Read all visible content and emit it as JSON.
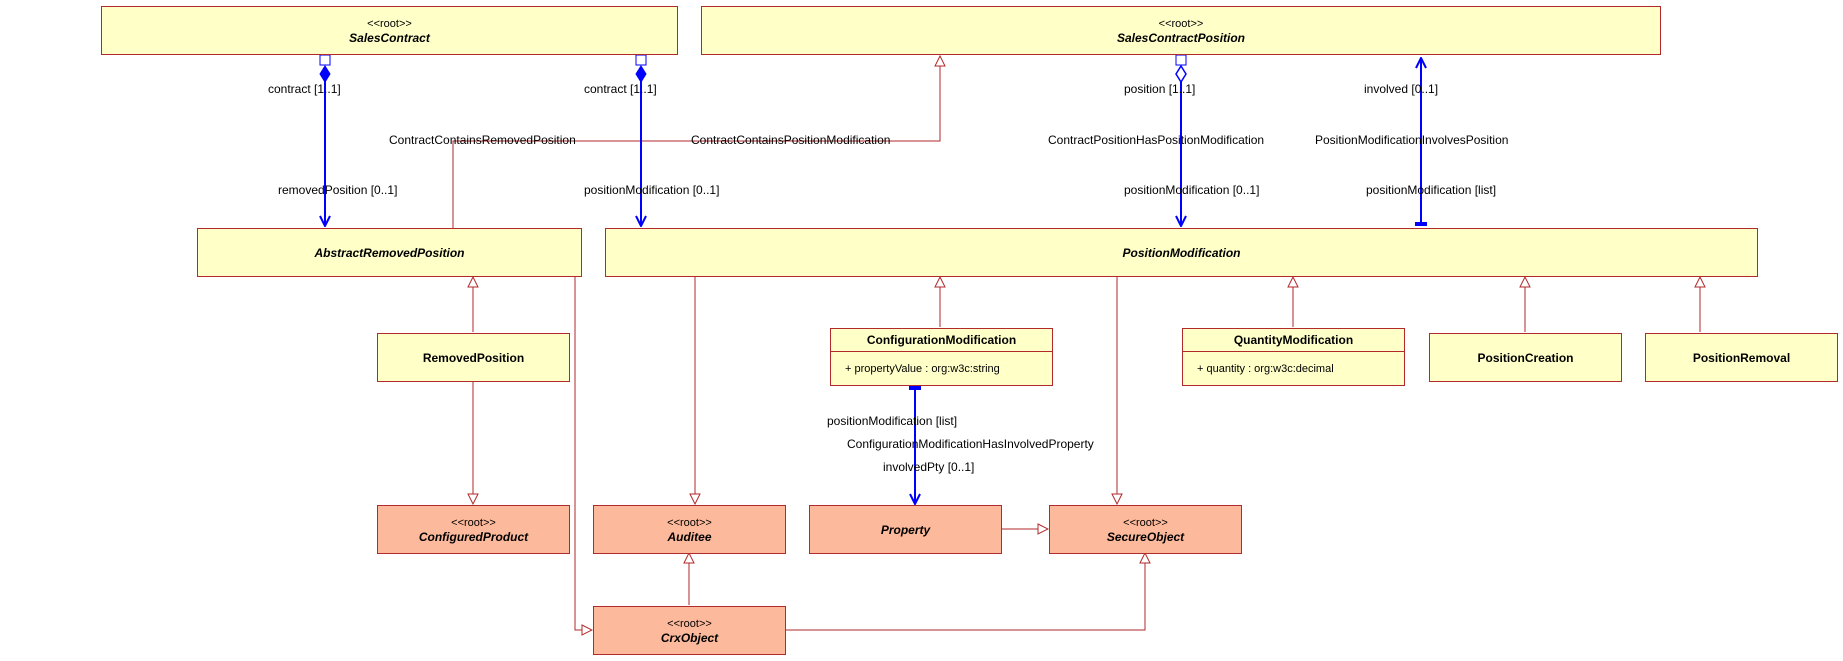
{
  "stereotype": "<<root>>",
  "classes": {
    "sales_contract": {
      "stereotype": "<<root>>",
      "name": "SalesContract"
    },
    "sales_contract_position": {
      "stereotype": "<<root>>",
      "name": "SalesContractPosition"
    },
    "abstract_removed_position": {
      "name": "AbstractRemovedPosition"
    },
    "position_modification": {
      "name": "PositionModification"
    },
    "removed_position": {
      "name": "RemovedPosition"
    },
    "configuration_modification": {
      "name": "ConfigurationModification",
      "attribute": "+ propertyValue : org:w3c:string"
    },
    "quantity_modification": {
      "name": "QuantityModification",
      "attribute": "+ quantity : org:w3c:decimal"
    },
    "position_creation": {
      "name": "PositionCreation"
    },
    "position_removal": {
      "name": "PositionRemoval"
    },
    "configured_product": {
      "stereotype": "<<root>>",
      "name": "ConfiguredProduct"
    },
    "auditee": {
      "stereotype": "<<root>>",
      "name": "Auditee"
    },
    "property": {
      "name": "Property"
    },
    "secure_object": {
      "stereotype": "<<root>>",
      "name": "SecureObject"
    },
    "crx_object": {
      "stereotype": "<<root>>",
      "name": "CrxObject"
    }
  },
  "labels": {
    "contract_1": "contract [1..1]",
    "contract_2": "contract [1..1]",
    "position_1": "position [1..1]",
    "involved": "involved [0..1]",
    "contract_contains_removed_position": "ContractContainsRemovedPosition",
    "contract_contains_position_modification": "ContractContainsPositionModification",
    "contract_position_has_position_modification": "ContractPositionHasPositionModification",
    "position_modification_involves_position": "PositionModificationInvolvesPosition",
    "removed_position_mult": "removedPosition [0..1]",
    "position_modification_mult_1": "positionModification [0..1]",
    "position_modification_mult_2": "positionModification [0..1]",
    "position_modification_list_1": "positionModification [list]",
    "position_modification_list_2": "positionModification [list]",
    "configuration_modification_has_involved_property": "ConfigurationModificationHasInvolvedProperty",
    "involved_pty": "involvedPty [0..1]"
  },
  "colors": {
    "class_fill_yellow": "#ffffc8",
    "class_fill_salmon": "#fdb99b",
    "border": "#b22a2a",
    "association": "#0000ff"
  }
}
